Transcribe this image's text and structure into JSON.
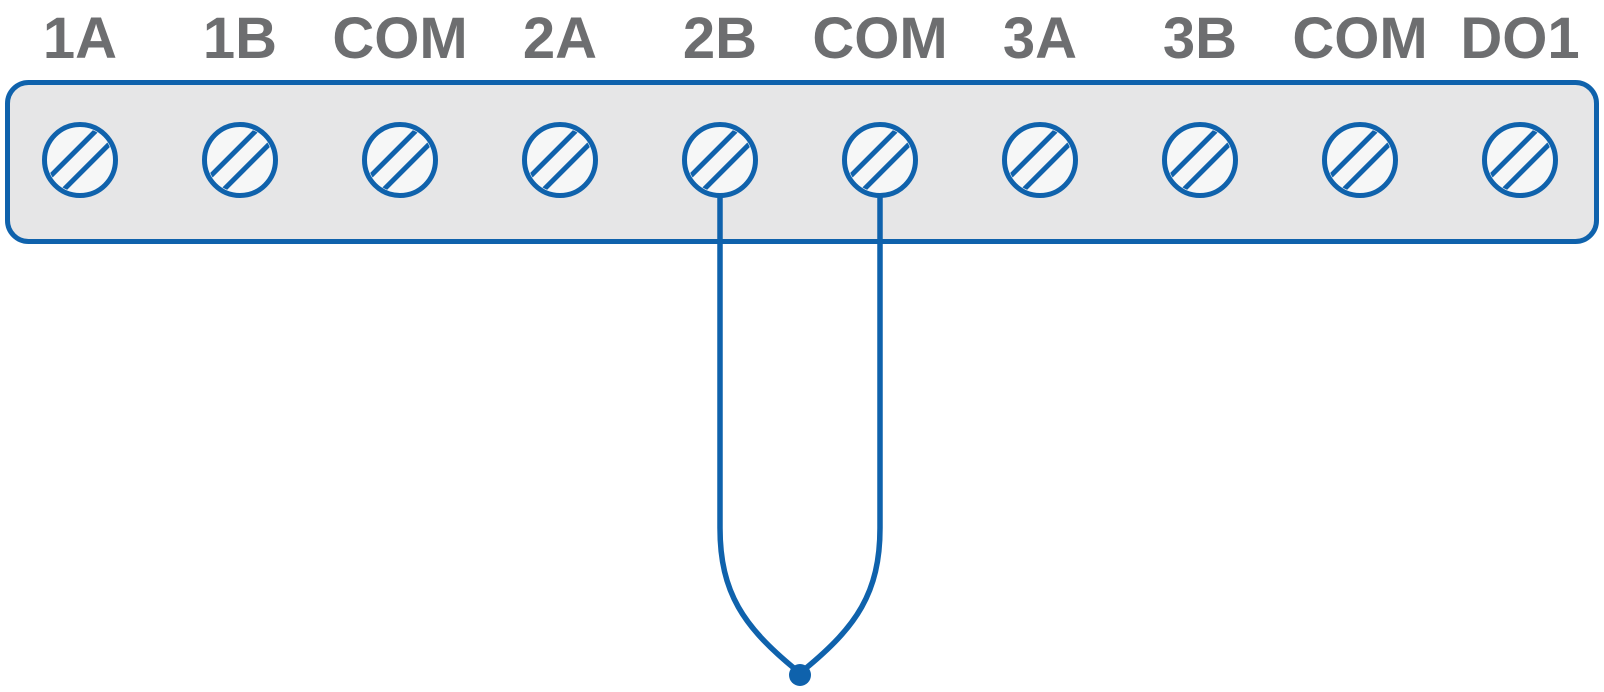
{
  "diagram": {
    "type": "terminal-block-wiring-diagram",
    "colors": {
      "outline_blue": "#0f62ac",
      "strip_fill": "#e6e6e7",
      "screw_fill": "#f6f7f7",
      "label_gray": "#6d6e70",
      "background": "#ffffff"
    },
    "terminals": [
      {
        "label": "1A",
        "connected": false
      },
      {
        "label": "1B",
        "connected": false
      },
      {
        "label": "COM",
        "connected": false
      },
      {
        "label": "2A",
        "connected": false
      },
      {
        "label": "2B",
        "connected": true
      },
      {
        "label": "COM",
        "connected": true
      },
      {
        "label": "3A",
        "connected": false
      },
      {
        "label": "3B",
        "connected": false
      },
      {
        "label": "COM",
        "connected": false
      },
      {
        "label": "DO1",
        "connected": false
      }
    ],
    "connection": {
      "from": "2B",
      "to": "COM",
      "joined_at": "junction-dot"
    }
  }
}
